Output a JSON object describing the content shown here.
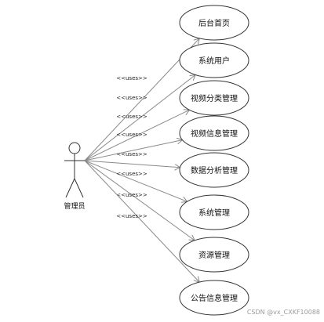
{
  "diagram": {
    "type": "use-case",
    "actor": {
      "label": "管理员"
    },
    "stereotype": "<<uses>>",
    "use_cases": [
      {
        "label": "后台首页"
      },
      {
        "label": "系统用户"
      },
      {
        "label": "视频分类管理"
      },
      {
        "label": "视频信息管理"
      },
      {
        "label": "数据分析管理"
      },
      {
        "label": "系统管理"
      },
      {
        "label": "资源管理"
      },
      {
        "label": "公告信息管理"
      }
    ]
  },
  "watermark": "CSDN @vx_CXKF10088",
  "colors": {
    "line": "#8a8a8a",
    "stroke": "#333333",
    "ellipse_fill": "#ffffff",
    "watermark": "#9a9a9a"
  }
}
